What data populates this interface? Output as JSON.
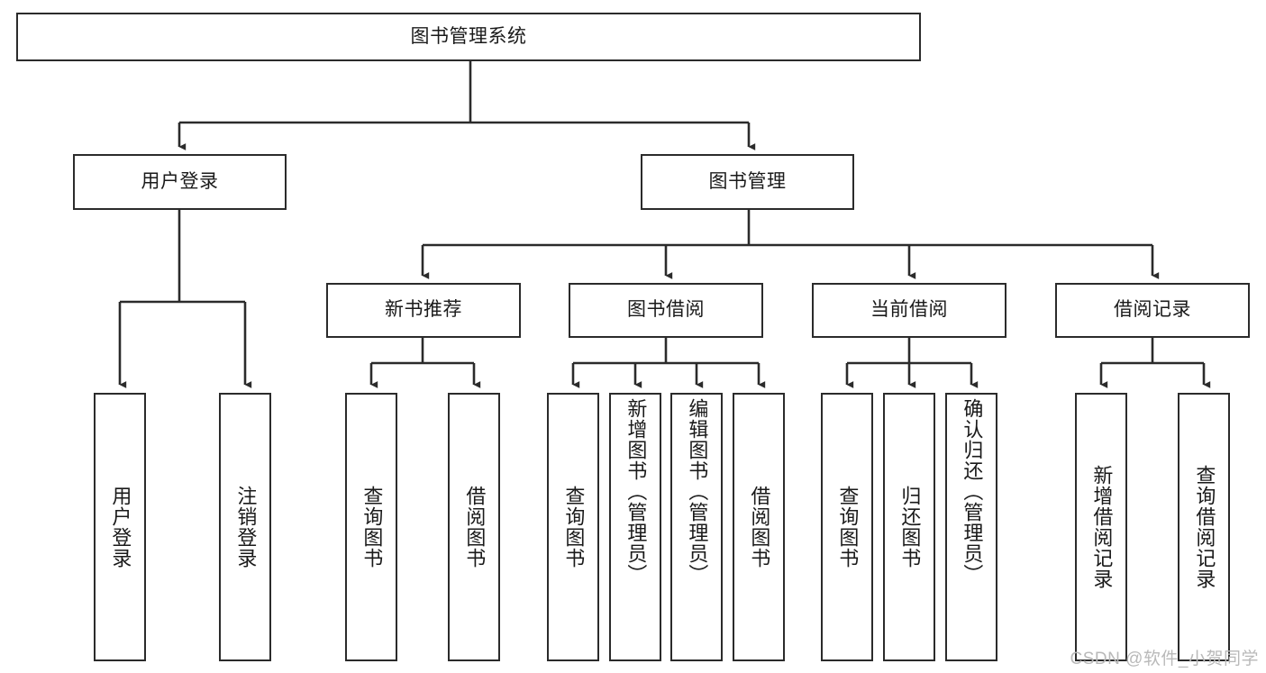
{
  "diagram": {
    "title": "图书管理系统",
    "type": "function-structure-tree",
    "watermark": "CSDN @软件_小贺同学",
    "colors": {
      "stroke": "#2b2b2b",
      "fill": "#ffffff",
      "text": "#1a1a1a",
      "watermark": "#b9b9b9"
    },
    "levels": {
      "root": {
        "label": "图书管理系统"
      },
      "level2": [
        {
          "label": "用户登录"
        },
        {
          "label": "图书管理"
        }
      ],
      "level3": [
        {
          "label": "新书推荐"
        },
        {
          "label": "图书借阅"
        },
        {
          "label": "当前借阅"
        },
        {
          "label": "借阅记录"
        }
      ],
      "leaves": {
        "user_login": [
          {
            "label": "用户登录"
          },
          {
            "label": "注销登录"
          }
        ],
        "new_book_recommend": [
          {
            "label": "查询图书"
          },
          {
            "label": "借阅图书"
          }
        ],
        "book_borrow": [
          {
            "label": "查询图书"
          },
          {
            "label": "新增图书（管理员）"
          },
          {
            "label": "编辑图书（管理员）"
          },
          {
            "label": "借阅图书"
          }
        ],
        "current_borrow": [
          {
            "label": "查询图书"
          },
          {
            "label": "归还图书"
          },
          {
            "label": "确认归还（管理员）"
          }
        ],
        "borrow_record": [
          {
            "label": "新增借阅记录"
          },
          {
            "label": "查询借阅记录"
          }
        ]
      }
    }
  }
}
